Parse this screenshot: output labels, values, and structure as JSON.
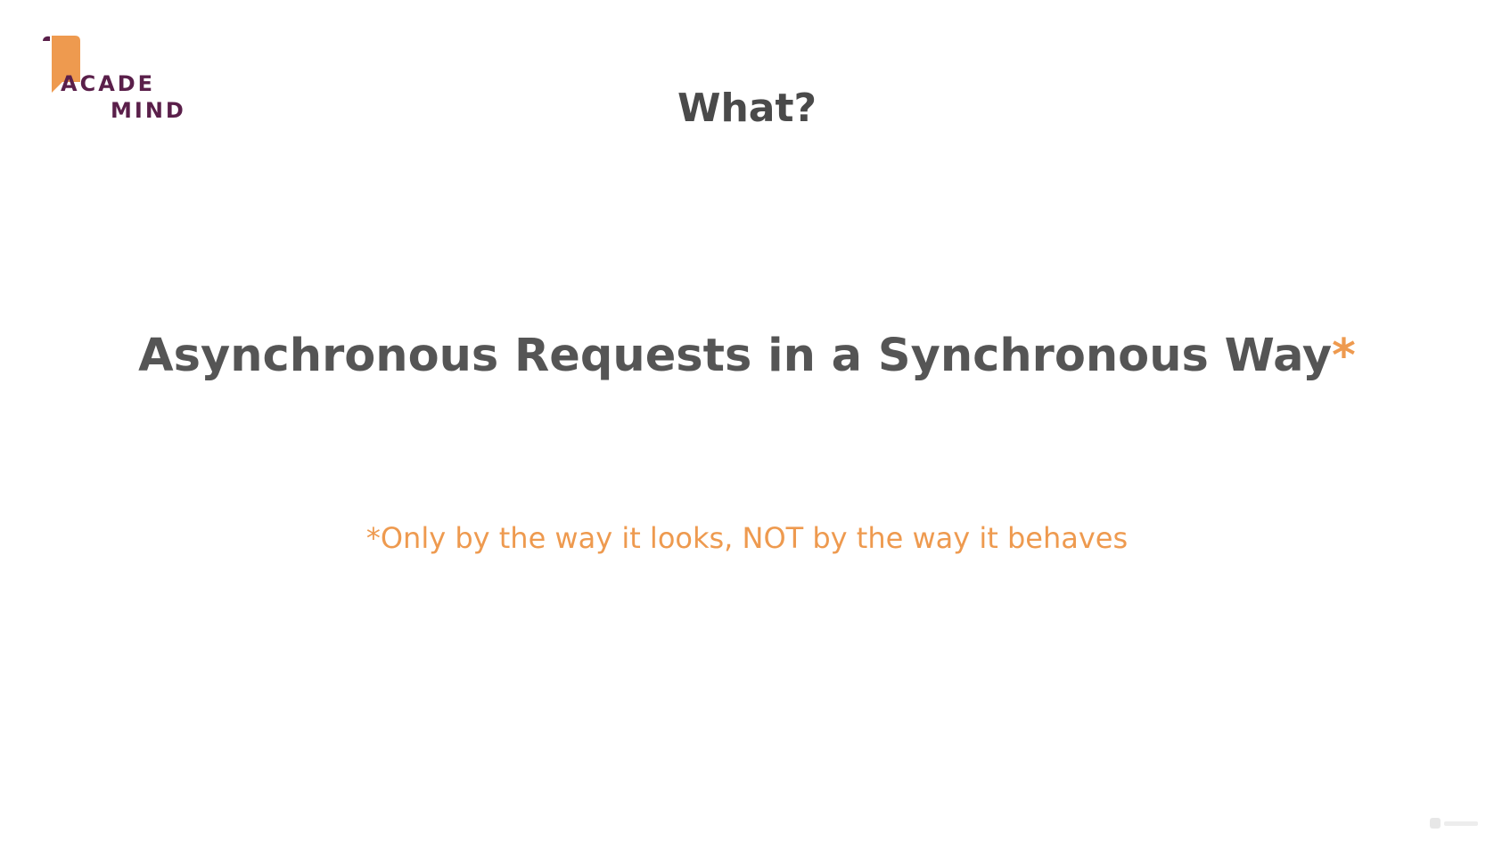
{
  "logo": {
    "line1": "ACADE",
    "line2": "MIND",
    "mark_color": "#ee9a4f",
    "text_color": "#5a1f4a"
  },
  "slide": {
    "title": "What?",
    "headline": "Asynchronous Requests in a Synchronous Way",
    "headline_marker": "*",
    "footnote": "*Only by the way it looks, NOT by the way it behaves"
  },
  "colors": {
    "background": "#ffffff",
    "text": "#555555",
    "accent": "#ee9a4f"
  }
}
